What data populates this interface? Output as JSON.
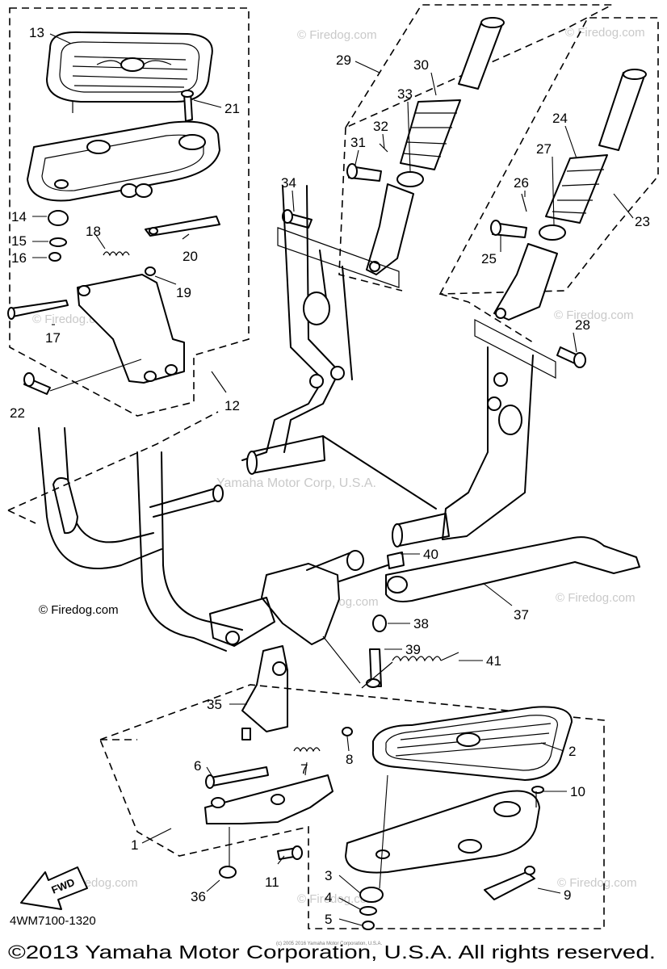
{
  "diagram": {
    "part_labels": [
      {
        "id": "13",
        "text": "13"
      },
      {
        "id": "21",
        "text": "21"
      },
      {
        "id": "14",
        "text": "14"
      },
      {
        "id": "15",
        "text": "15"
      },
      {
        "id": "16",
        "text": "16"
      },
      {
        "id": "18",
        "text": "18"
      },
      {
        "id": "20",
        "text": "20"
      },
      {
        "id": "19",
        "text": "19"
      },
      {
        "id": "17",
        "text": "17"
      },
      {
        "id": "22",
        "text": "22"
      },
      {
        "id": "12",
        "text": "12"
      },
      {
        "id": "29",
        "text": "29"
      },
      {
        "id": "30",
        "text": "30"
      },
      {
        "id": "33",
        "text": "33"
      },
      {
        "id": "32",
        "text": "32"
      },
      {
        "id": "31",
        "text": "31"
      },
      {
        "id": "34",
        "text": "34"
      },
      {
        "id": "24",
        "text": "24"
      },
      {
        "id": "27",
        "text": "27"
      },
      {
        "id": "26",
        "text": "26"
      },
      {
        "id": "25",
        "text": "25"
      },
      {
        "id": "23",
        "text": "23"
      },
      {
        "id": "28",
        "text": "28"
      },
      {
        "id": "40",
        "text": "40"
      },
      {
        "id": "37",
        "text": "37"
      },
      {
        "id": "38",
        "text": "38"
      },
      {
        "id": "39",
        "text": "39"
      },
      {
        "id": "41",
        "text": "41"
      },
      {
        "id": "35",
        "text": "35"
      },
      {
        "id": "2",
        "text": "2"
      },
      {
        "id": "8",
        "text": "8"
      },
      {
        "id": "6",
        "text": "6"
      },
      {
        "id": "7",
        "text": "7"
      },
      {
        "id": "10",
        "text": "10"
      },
      {
        "id": "1",
        "text": "1"
      },
      {
        "id": "11",
        "text": "11"
      },
      {
        "id": "36",
        "text": "36"
      },
      {
        "id": "3",
        "text": "3"
      },
      {
        "id": "4",
        "text": "4"
      },
      {
        "id": "5",
        "text": "5"
      },
      {
        "id": "9",
        "text": "9"
      }
    ],
    "watermarks": {
      "firedog": "© Firedog.com",
      "yamaha": "Yamaha Motor Corp, U.S.A."
    },
    "fwd_label": "FWD",
    "diagram_code": "4WM7100-1320",
    "small_print": "(c) 2005 2016 Yamaha Motor Corporation, U.S.A.",
    "copyright": "©2013 Yamaha Motor Corporation, U.S.A. All rights reserved."
  }
}
